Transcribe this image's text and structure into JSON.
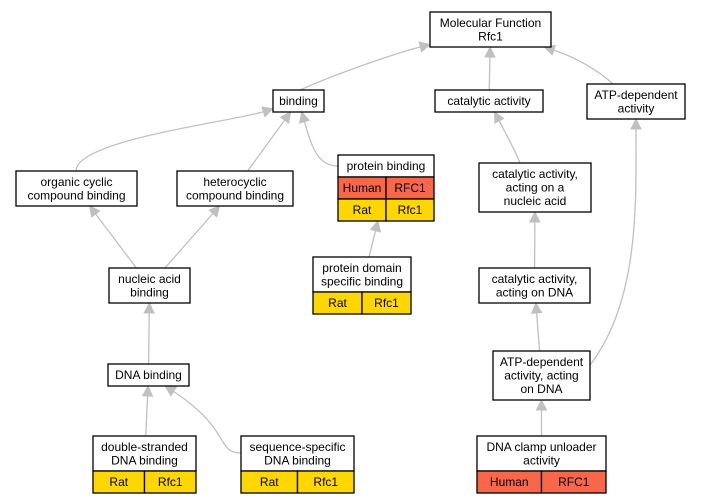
{
  "colors": {
    "human": "#f8674a",
    "rat": "#ffd700",
    "edge": "#c0c0c0",
    "border": "#000000",
    "background": "#ffffff"
  },
  "nodes": [
    {
      "id": "mf",
      "lines": [
        "Molecular Function",
        "Rfc1"
      ],
      "cells": []
    },
    {
      "id": "binding",
      "lines": [
        "binding"
      ],
      "cells": []
    },
    {
      "id": "catalytic",
      "lines": [
        "catalytic activity"
      ],
      "cells": []
    },
    {
      "id": "atpdep",
      "lines": [
        "ATP-dependent",
        "activity"
      ],
      "cells": []
    },
    {
      "id": "organic",
      "lines": [
        "organic cyclic",
        "compound binding"
      ],
      "cells": []
    },
    {
      "id": "hetero",
      "lines": [
        "heterocyclic",
        "compound binding"
      ],
      "cells": []
    },
    {
      "id": "protein",
      "lines": [
        "protein binding"
      ],
      "cells": [
        [
          "Human",
          "RFC1"
        ],
        [
          "Rat",
          "Rfc1"
        ]
      ]
    },
    {
      "id": "catna",
      "lines": [
        "catalytic activity,",
        "acting on a",
        "nucleic acid"
      ],
      "cells": []
    },
    {
      "id": "nucleic",
      "lines": [
        "nucleic acid",
        "binding"
      ],
      "cells": []
    },
    {
      "id": "pdomain",
      "lines": [
        "protein domain",
        "specific binding"
      ],
      "cells": [
        [
          "Rat",
          "Rfc1"
        ]
      ]
    },
    {
      "id": "catdna",
      "lines": [
        "catalytic activity,",
        "acting on DNA"
      ],
      "cells": []
    },
    {
      "id": "dnab",
      "lines": [
        "DNA binding"
      ],
      "cells": []
    },
    {
      "id": "atpdna",
      "lines": [
        "ATP-dependent",
        "activity, acting",
        "on DNA"
      ],
      "cells": []
    },
    {
      "id": "dsdna",
      "lines": [
        "double-stranded",
        "DNA binding"
      ],
      "cells": [
        [
          "Rat",
          "Rfc1"
        ]
      ]
    },
    {
      "id": "seqspec",
      "lines": [
        "sequence-specific",
        "DNA binding"
      ],
      "cells": [
        [
          "Rat",
          "Rfc1"
        ]
      ]
    },
    {
      "id": "clamp",
      "lines": [
        "DNA clamp unloader",
        "activity"
      ],
      "cells": [
        [
          "Human",
          "RFC1"
        ]
      ]
    }
  ],
  "edges": [
    {
      "from": "binding",
      "to": "mf"
    },
    {
      "from": "catalytic",
      "to": "mf"
    },
    {
      "from": "atpdep",
      "to": "mf"
    },
    {
      "from": "organic",
      "to": "binding"
    },
    {
      "from": "hetero",
      "to": "binding"
    },
    {
      "from": "protein",
      "to": "binding"
    },
    {
      "from": "catna",
      "to": "catalytic"
    },
    {
      "from": "nucleic",
      "to": "organic"
    },
    {
      "from": "nucleic",
      "to": "hetero"
    },
    {
      "from": "pdomain",
      "to": "protein"
    },
    {
      "from": "catdna",
      "to": "catna"
    },
    {
      "from": "dnab",
      "to": "nucleic"
    },
    {
      "from": "atpdna",
      "to": "catdna"
    },
    {
      "from": "atpdna",
      "to": "atpdep"
    },
    {
      "from": "dsdna",
      "to": "dnab"
    },
    {
      "from": "seqspec",
      "to": "dnab"
    },
    {
      "from": "clamp",
      "to": "atpdna"
    }
  ]
}
